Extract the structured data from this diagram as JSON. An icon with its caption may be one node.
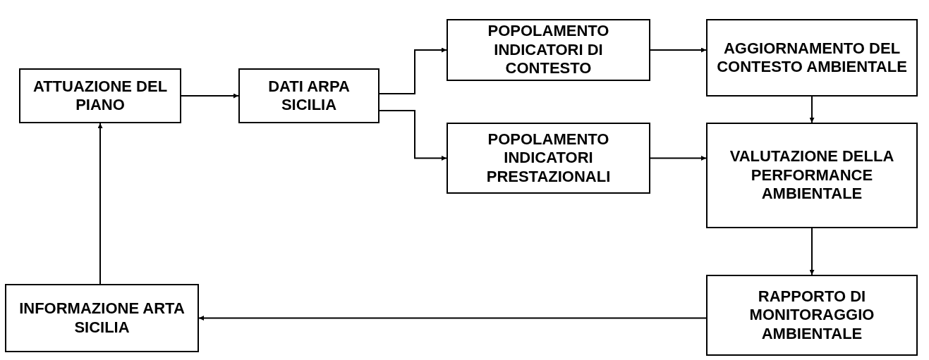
{
  "diagram": {
    "nodes": [
      {
        "text": [
          "ATTUAZIONE DEL PIANO"
        ]
      },
      {
        "text": [
          "DATI ARPA SICILIA"
        ]
      },
      {
        "text": [
          "POPOLAMENTO INDICATORI DI CONTESTO"
        ]
      },
      {
        "text": [
          "AGGIORNAMENTO DEL CONTESTO AMBIENTALE"
        ]
      },
      {
        "text": [
          "POPOLAMENTO INDICATORI PRESTAZIONALI"
        ]
      },
      {
        "text": [
          "VALUTAZIONE DELLA PERFORMANCE AMBIENTALE"
        ]
      },
      {
        "text": [
          "RAPPORTO DI MONITORAGGIO AMBIENTALE"
        ]
      },
      {
        "text": [
          "INFORMAZIONE ARTA SICILIA"
        ]
      }
    ],
    "edges": [
      {
        "from": 0,
        "to": 1,
        "arrow": "to"
      },
      {
        "from": 1,
        "to": 2,
        "arrow": "to"
      },
      {
        "from": 1,
        "to": 4,
        "arrow": "to"
      },
      {
        "from": 2,
        "to": 3,
        "arrow": "to"
      },
      {
        "from": 3,
        "to": 5,
        "arrow": "to"
      },
      {
        "from": 4,
        "to": 5,
        "arrow": "to"
      },
      {
        "from": 5,
        "to": 6,
        "arrow": "to"
      },
      {
        "from": 6,
        "to": 7,
        "arrow": "to"
      },
      {
        "from": 7,
        "to": 0,
        "arrow": "to"
      }
    ]
  }
}
